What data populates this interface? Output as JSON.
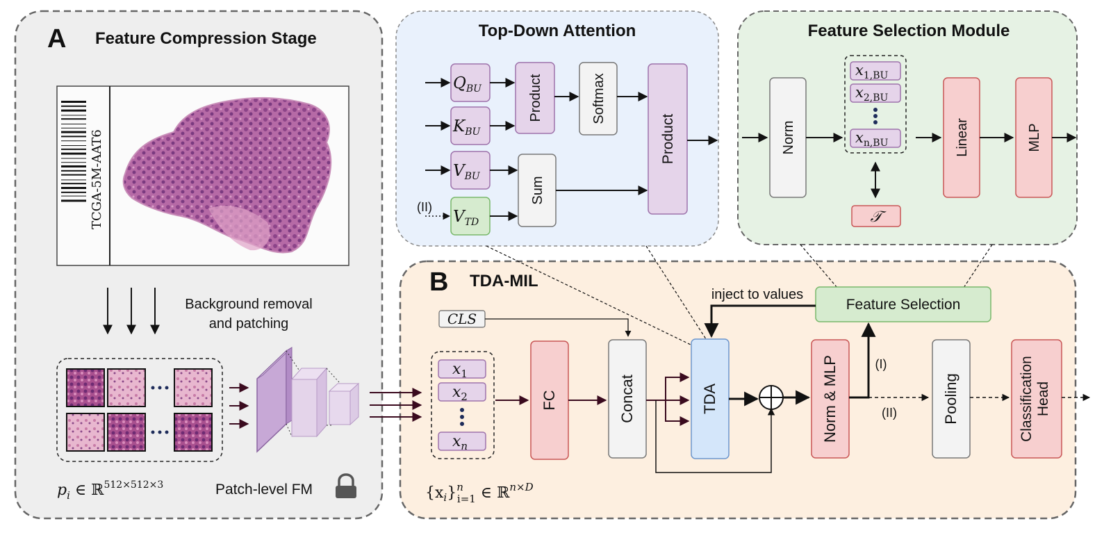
{
  "panel_a": {
    "letter": "A",
    "title": "Feature Compression Stage",
    "slide_label": "TCGA-5M-AAT6",
    "bg_step": [
      "Background removal",
      "and patching"
    ],
    "patch_formula": {
      "base": "p",
      "sub": "i",
      "mid": " ∈ ℝ",
      "sup": "512×512×3"
    },
    "patch_fm_label": "Patch-level FM"
  },
  "panel_b": {
    "letter": "B",
    "title": "TDA-MIL",
    "cls_label": "CLS",
    "inputs": [
      {
        "base": "x",
        "sub": "1"
      },
      {
        "base": "x",
        "sub": "2"
      },
      {
        "base": "x",
        "sub": "n"
      }
    ],
    "input_formula": {
      "lhs": "{x",
      "sub_i": "i",
      "rb": "}",
      "sup": "n",
      "sub": "i=1",
      "mid": " ∈ ℝ",
      "sup2": "n×D"
    },
    "blocks": {
      "fc": "FC",
      "concat": "Concat",
      "tda": "TDA",
      "norm_mlp": "Norm & MLP",
      "pooling": "Pooling",
      "classification": [
        "Classification",
        "Head"
      ],
      "feature_selection": "Feature Selection"
    },
    "inject_label": "inject to values",
    "path_i": "(I)",
    "path_ii": "(II)"
  },
  "top_down_attention": {
    "title": "Top-Down Attention",
    "inputs": [
      {
        "base": "Q",
        "sub": "BU"
      },
      {
        "base": "K",
        "sub": "BU"
      },
      {
        "base": "V",
        "sub": "BU"
      },
      {
        "base": "V",
        "sub": "TD"
      }
    ],
    "td_marker": "(II)",
    "product": "Product",
    "softmax": "Softmax",
    "sum": "Sum",
    "product_out": "Product"
  },
  "feature_selection_module": {
    "title": "Feature Selection Module",
    "norm": "Norm",
    "tokens": [
      {
        "base": "x",
        "sub": "1,BU"
      },
      {
        "base": "x",
        "sub": "2,BU"
      },
      {
        "base": "x",
        "sub": "n,BU"
      }
    ],
    "threshold": "𝒯",
    "linear": "Linear",
    "mlp": "MLP"
  },
  "colors": {
    "panel_grey": "#eeeeee",
    "panel_orange": "#fdefe0",
    "panel_blue": "#e9f1fc",
    "panel_green": "#e6f2e4",
    "purple_fill": "#e5d4ea",
    "purple_stroke": "#9e73ab",
    "red_fill": "#f7cfcf",
    "red_stroke": "#c85656",
    "blue_fill": "#d4e6fa",
    "blue_stroke": "#6c96cd",
    "green_fill": "#d6ebcf",
    "green_stroke": "#78b86a",
    "grey_fill": "#f3f3f3",
    "grey_stroke": "#777777",
    "arrow_dark": "#3a0a1e"
  },
  "icons": [
    "lock-icon",
    "barcode-icon",
    "tissue-image",
    "patch-thumbnail",
    "plus-circle-icon"
  ]
}
